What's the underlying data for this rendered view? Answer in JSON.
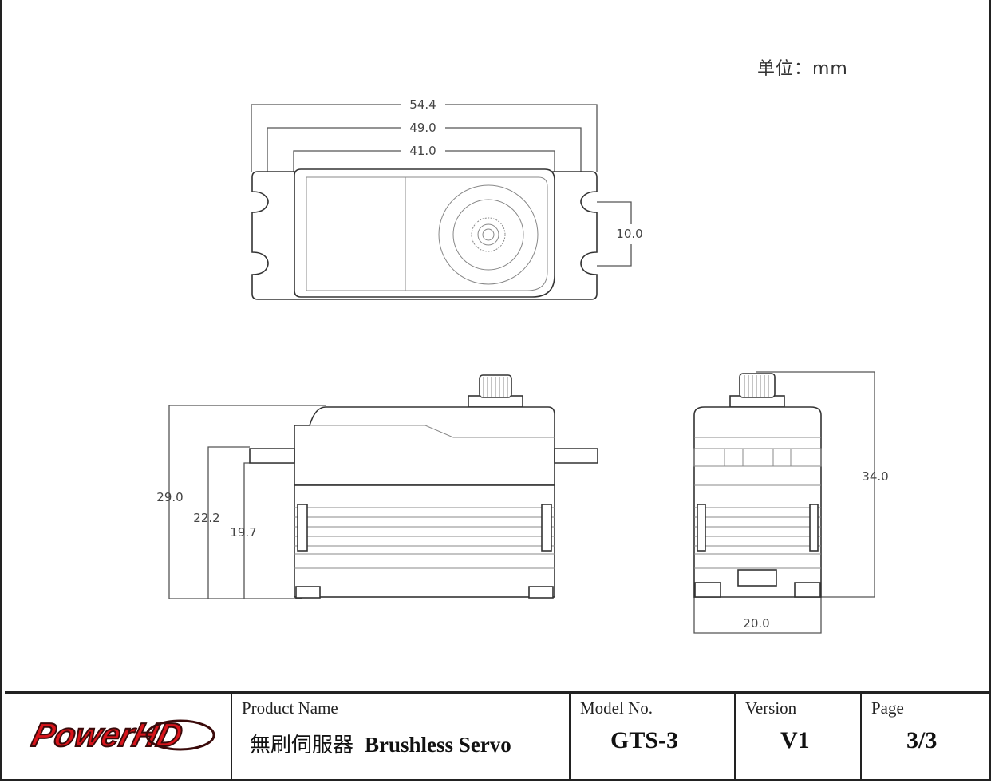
{
  "units_label": "单位：mm",
  "dimensions": {
    "overall_length": "54.4",
    "mount_spacing": "49.0",
    "case_length": "41.0",
    "mount_hole_spacing": "10.0",
    "overall_height": "29.0",
    "flange_height": "22.2",
    "case_height": "19.7",
    "total_height": "34.0",
    "width": "20.0"
  },
  "logo": {
    "text": "PowerHD",
    "colors": {
      "red": "#d8141b",
      "dark": "#3a0a0a"
    }
  },
  "title_block": {
    "product_name_label": "Product Name",
    "product_name_cn": "無刷伺服器",
    "product_name_en": "Brushless Servo",
    "model_label": "Model No.",
    "model_value": "GTS-3",
    "version_label": "Version",
    "version_value": "V1",
    "page_label": "Page",
    "page_value": "3/3"
  }
}
